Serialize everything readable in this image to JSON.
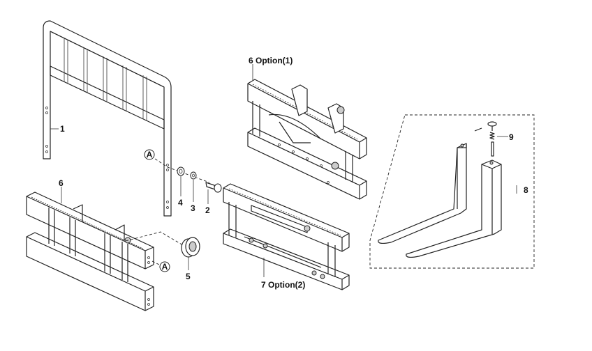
{
  "labels": {
    "part_1": "1",
    "part_2": "2",
    "part_3": "3",
    "part_4": "4",
    "part_5": "5",
    "part_6_carriage": "6",
    "part_6_option": "6  Option(1)",
    "part_7_option": "7  Option(2)",
    "part_8": "8",
    "part_9": "9",
    "ref_a_upper": "A",
    "ref_a_lower": "A"
  }
}
